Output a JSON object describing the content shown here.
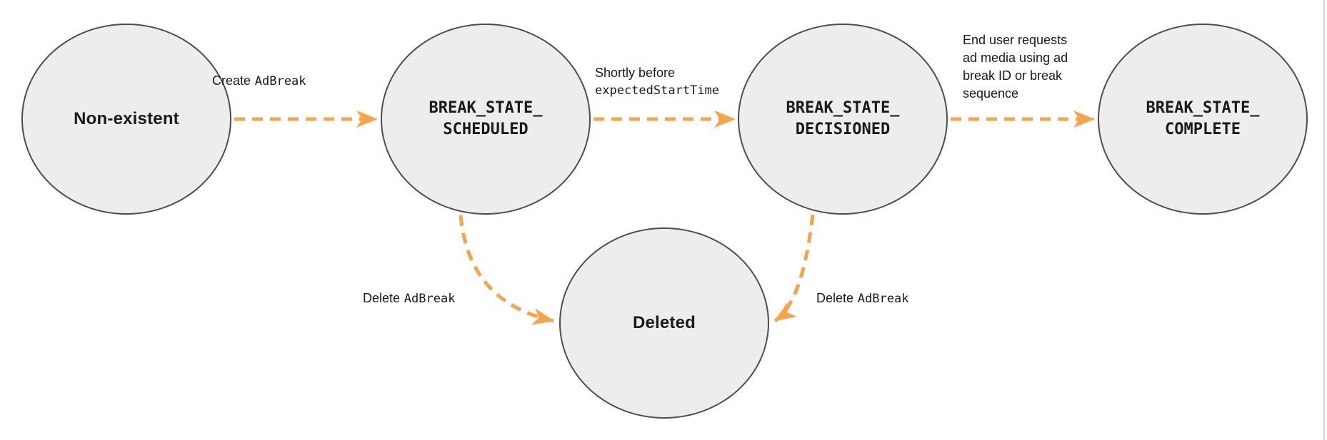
{
  "diagram": {
    "kind": "ad-break-state-machine",
    "nodes": [
      {
        "id": "non-existent",
        "label": "Non-existent"
      },
      {
        "id": "break-state-scheduled",
        "line1": "BREAK_STATE_",
        "line2": "SCHEDULED"
      },
      {
        "id": "break-state-decisioned",
        "line1": "BREAK_STATE_",
        "line2": "DECISIONED"
      },
      {
        "id": "break-state-complete",
        "line1": "BREAK_STATE_",
        "line2": "COMPLETE"
      },
      {
        "id": "deleted",
        "label": "Deleted"
      }
    ],
    "edges": [
      {
        "from": "non-existent",
        "to": "break-state-scheduled",
        "text_plain": "Create",
        "text_code": "AdBreak"
      },
      {
        "from": "break-state-scheduled",
        "to": "break-state-decisioned",
        "line1_plain": "Shortly before",
        "line2_code": "expectedStartTime"
      },
      {
        "from": "break-state-decisioned",
        "to": "break-state-complete",
        "lines": [
          "End user requests",
          "ad media using ad",
          "break ID or break",
          "sequence"
        ]
      },
      {
        "from": "break-state-scheduled",
        "to": "deleted",
        "text_plain": "Delete",
        "text_code": "AdBreak"
      },
      {
        "from": "break-state-decisioned",
        "to": "deleted",
        "text_plain": "Delete",
        "text_code": "AdBreak"
      }
    ],
    "colors": {
      "arrow": "#F6A44A",
      "node_fill": "#EDEDED",
      "node_border": "#4D4D4D",
      "text": "#1A1A1A"
    }
  }
}
